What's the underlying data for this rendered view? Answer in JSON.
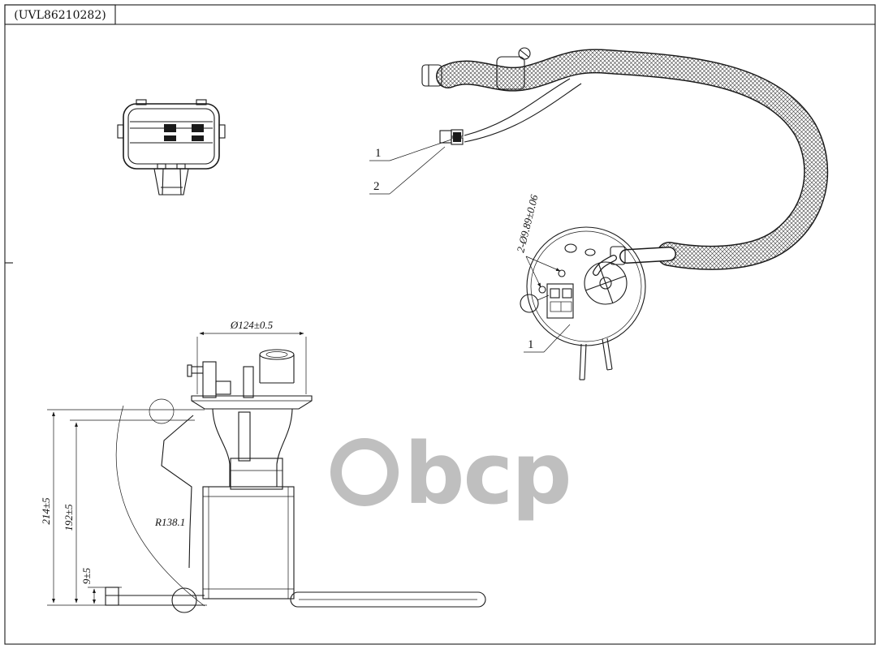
{
  "drawing": {
    "part_number": "(UVL86210282)"
  },
  "callouts": {
    "hose_item_1": "1",
    "hose_item_2": "2",
    "flange_item_1": "1"
  },
  "dimensions": {
    "flange_diameter": "Ø124±0.5",
    "hole_spec": "2-Ø9.89±0.06",
    "overall_height": "214±5",
    "module_height": "192±5",
    "base_height": "9±5",
    "float_radius": "R138.1"
  },
  "watermark": {
    "text": "bcp"
  }
}
